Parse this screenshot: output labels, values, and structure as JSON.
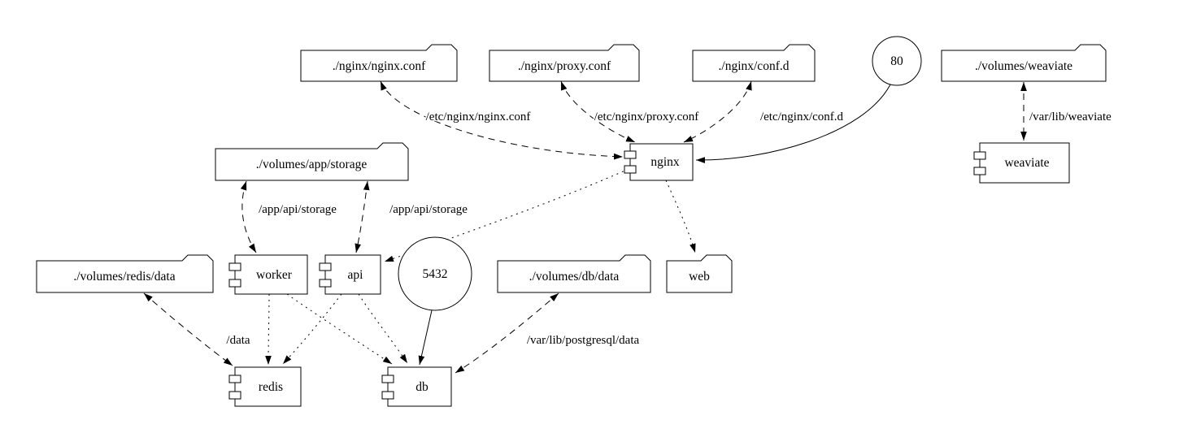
{
  "diagram": {
    "colors": {
      "background": "#ffffff",
      "stroke": "#000000",
      "text": "#000000"
    },
    "volumes": {
      "nginx_conf": "./nginx/nginx.conf",
      "proxy_conf": "./nginx/proxy.conf",
      "conf_d": "./nginx/conf.d",
      "weaviate": "./volumes/weaviate",
      "app_storage": "./volumes/app/storage",
      "redis_data": "./volumes/redis/data",
      "db_data": "./volumes/db/data",
      "web": "web"
    },
    "services": {
      "nginx": "nginx",
      "weaviate": "weaviate",
      "worker": "worker",
      "api": "api",
      "redis": "redis",
      "db": "db"
    },
    "ports": {
      "http": "80",
      "postgres": "5432"
    },
    "edge_labels": {
      "nginx_conf_mount": "/etc/nginx/nginx.conf",
      "proxy_conf_mount": "/etc/nginx/proxy.conf",
      "conf_d_mount": "/etc/nginx/conf.d",
      "weaviate_mount": "/var/lib/weaviate",
      "worker_storage_mount": "/app/api/storage",
      "api_storage_mount": "/app/api/storage",
      "redis_mount": "/data",
      "db_mount": "/var/lib/postgresql/data"
    }
  }
}
